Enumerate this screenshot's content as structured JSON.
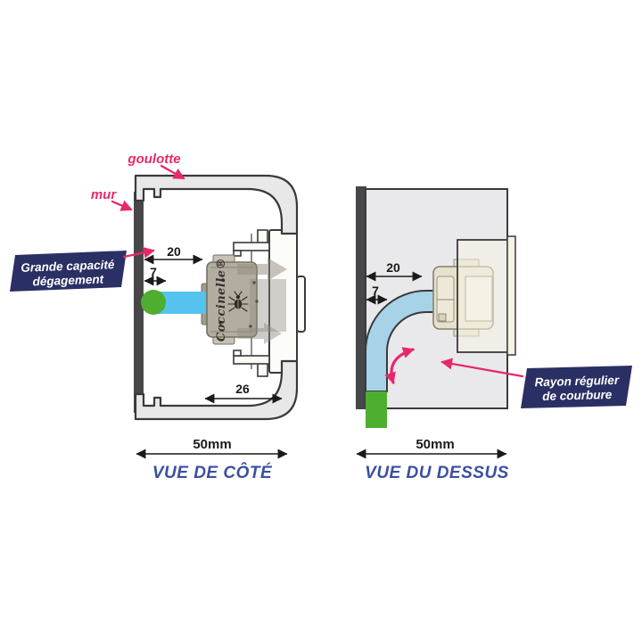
{
  "colors": {
    "pink": "#E7286A",
    "navy": "#2A3064",
    "caption_blue": "#3B4FA2",
    "outline": "#3A3A3C",
    "wall_gray": "#474749",
    "dim_text": "#1A1A1A",
    "tube_blue": "#56C3EF",
    "curve_blue": "#A6D3E8",
    "cable_green": "#4DAE2F",
    "goulotte_fill": "#E8E8E8",
    "panel_gray": "#E9E9EB",
    "module_taupe": "#B3ACA1",
    "cream": "#F6F2E4",
    "socket_beige": "#E6E1CE"
  },
  "side_view": {
    "caption": "VUE DE CÔTÉ",
    "label_goulotte": "goulotte",
    "label_mur": "mur",
    "callout_line1": "Grande capacité",
    "callout_line2": "dégagement",
    "brand": "Coccinelle®",
    "dim_20": "20",
    "dim_7": "7",
    "dim_26": "26",
    "dim_50": "50mm"
  },
  "top_view": {
    "caption": "VUE DU DESSUS",
    "callout_line1": "Rayon régulier",
    "callout_line2": "de courbure",
    "dim_20": "20",
    "dim_7": "7",
    "dim_50": "50mm"
  }
}
